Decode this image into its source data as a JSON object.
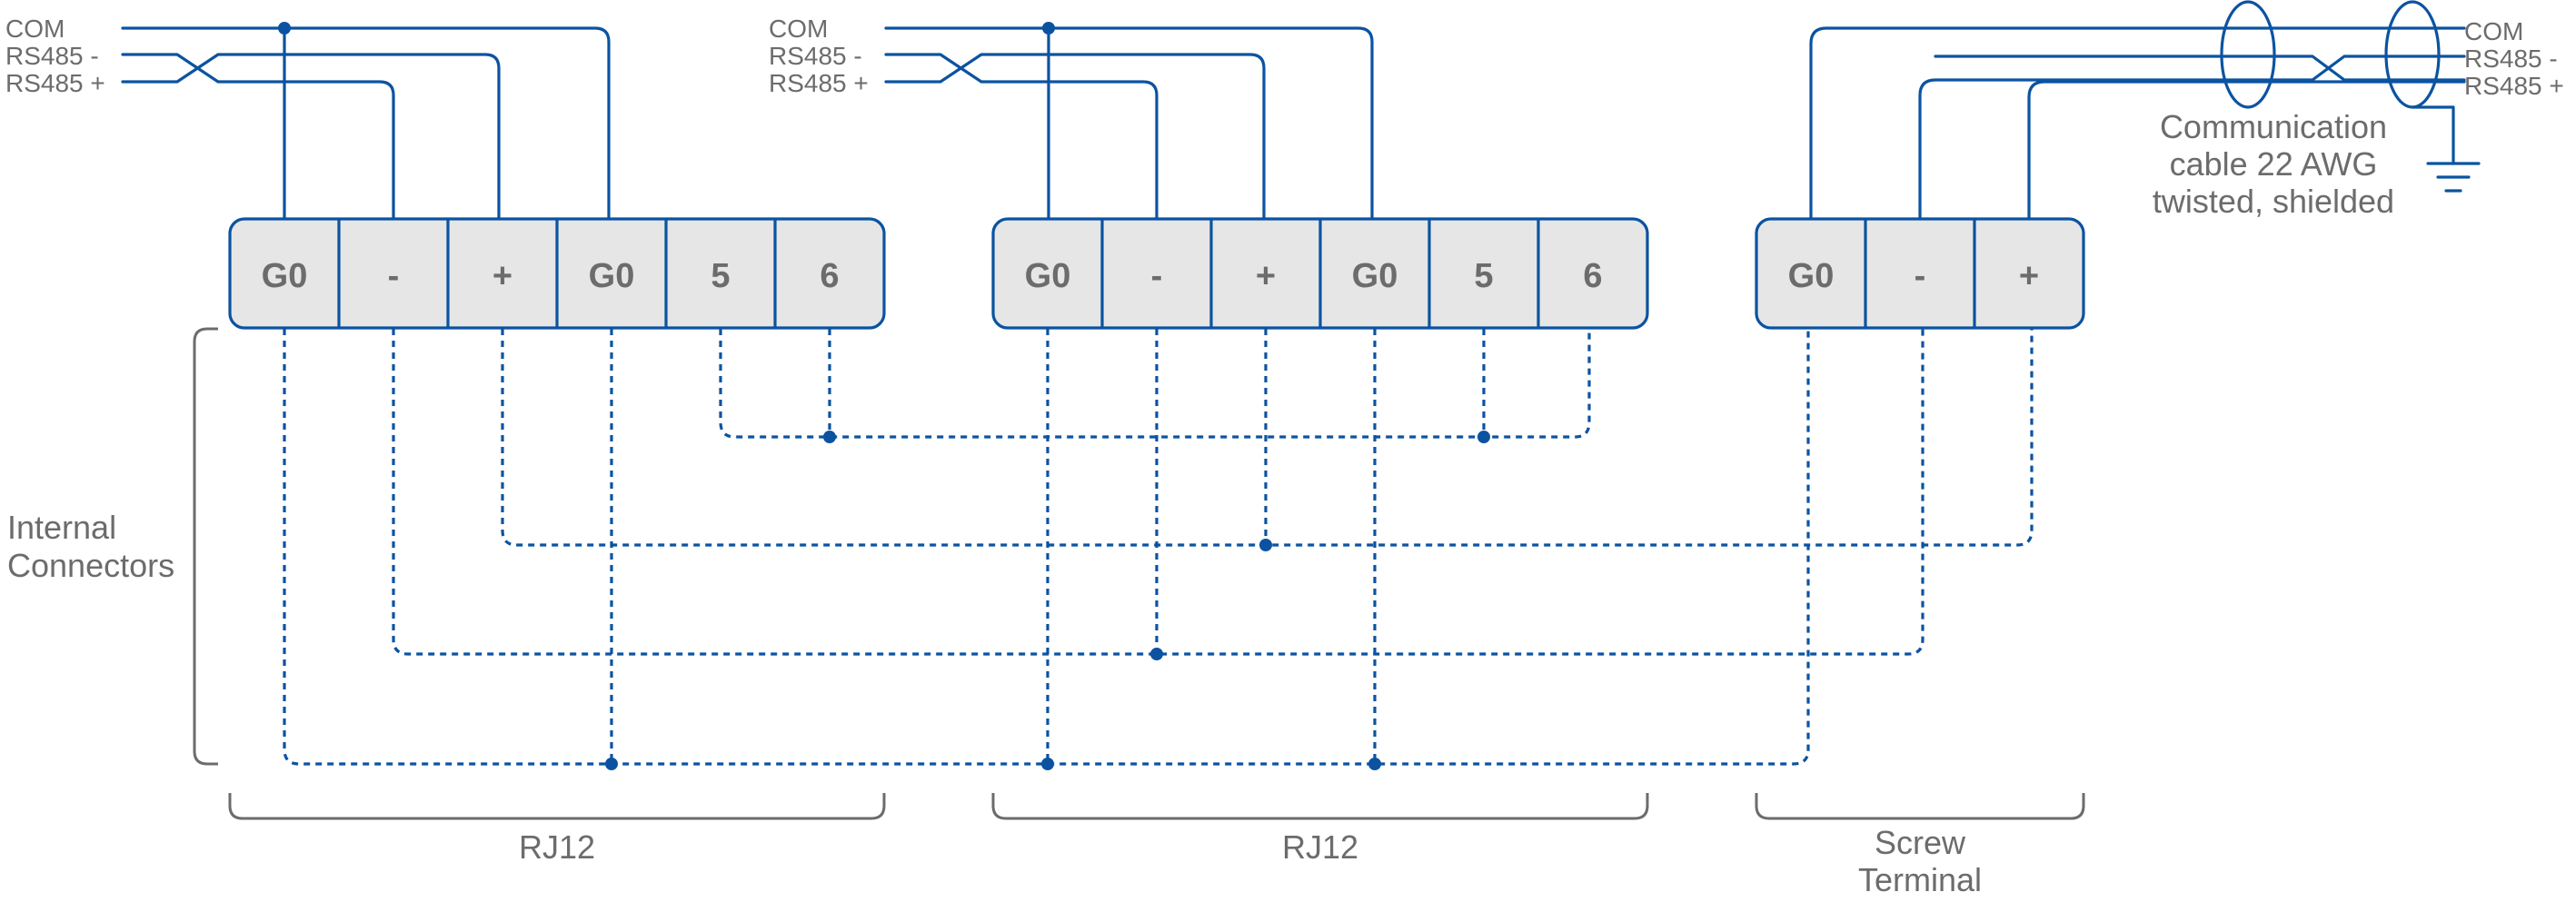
{
  "connectors": [
    {
      "pins": [
        "G0",
        "-",
        "+",
        "G0",
        "5",
        "6"
      ],
      "label": "RJ12"
    },
    {
      "pins": [
        "G0",
        "-",
        "+",
        "G0",
        "5",
        "6"
      ],
      "label": "RJ12"
    },
    {
      "pins": [
        "G0",
        "-",
        "+"
      ],
      "label_lines": [
        "Screw",
        "Terminal"
      ]
    }
  ],
  "inputs": {
    "left": [
      "COM",
      "RS485 -",
      "RS485 +"
    ],
    "middle": [
      "COM",
      "RS485 -",
      "RS485 +"
    ],
    "right": [
      "COM",
      "RS485 -",
      "RS485 +"
    ]
  },
  "cable_note": [
    "Communication",
    "cable 22 AWG",
    "twisted, shielded"
  ],
  "internal_label": [
    "Internal",
    "Connectors"
  ],
  "colors": {
    "wire": "#0b53a1",
    "cell": "#e6e6e6",
    "text": "#6c6c6c"
  }
}
